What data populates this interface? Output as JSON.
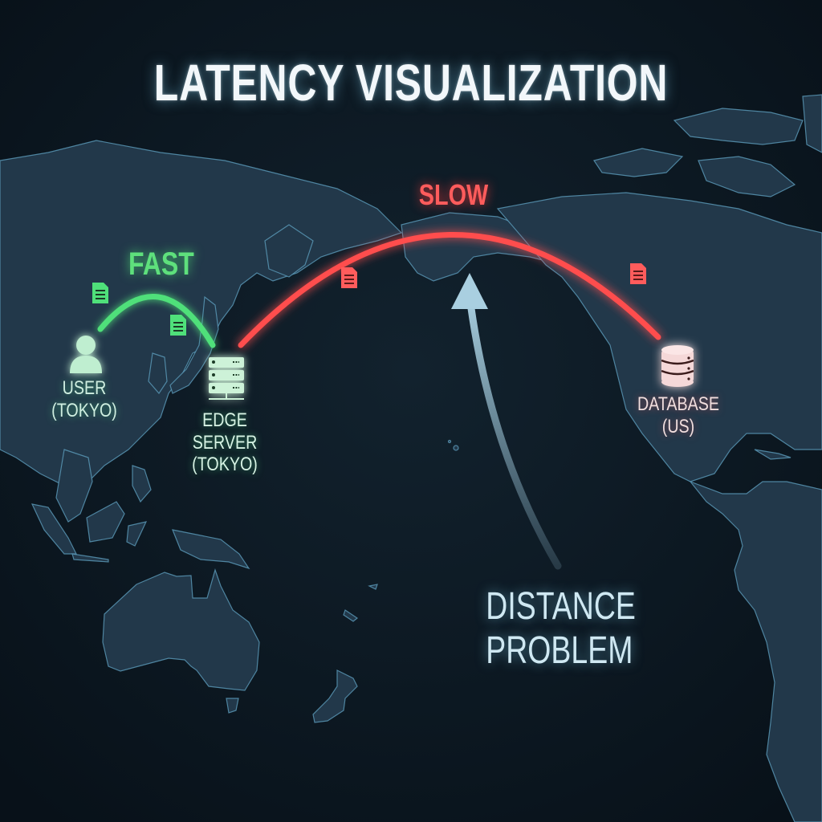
{
  "title": "LATENCY VISUALIZATION",
  "colors": {
    "background": "#0b1620",
    "land": "#22384a",
    "land_outline": "#5d9cbc",
    "fast": "#4fe07a",
    "slow": "#ff4d4d",
    "arrow": "#8fb8cc",
    "title": "#f2f7fa"
  },
  "connections": {
    "fast": {
      "label": "FAST",
      "from": "user",
      "to": "edge_server"
    },
    "slow": {
      "label": "SLOW",
      "from": "edge_server",
      "to": "database"
    }
  },
  "nodes": {
    "user": {
      "name": "USER",
      "location": "(TOKYO)",
      "icon": "user-icon"
    },
    "edge_server": {
      "name": "EDGE SERVER",
      "location": "(TOKYO)",
      "icon": "server-icon"
    },
    "database": {
      "name": "DATABASE",
      "location": "(US)",
      "icon": "database-icon"
    }
  },
  "annotation": {
    "line1": "DISTANCE",
    "line2": "PROBLEM",
    "icon": "curved-arrow-icon"
  },
  "packets": {
    "fast_count": 2,
    "slow_count": 2,
    "icon": "document-icon"
  }
}
